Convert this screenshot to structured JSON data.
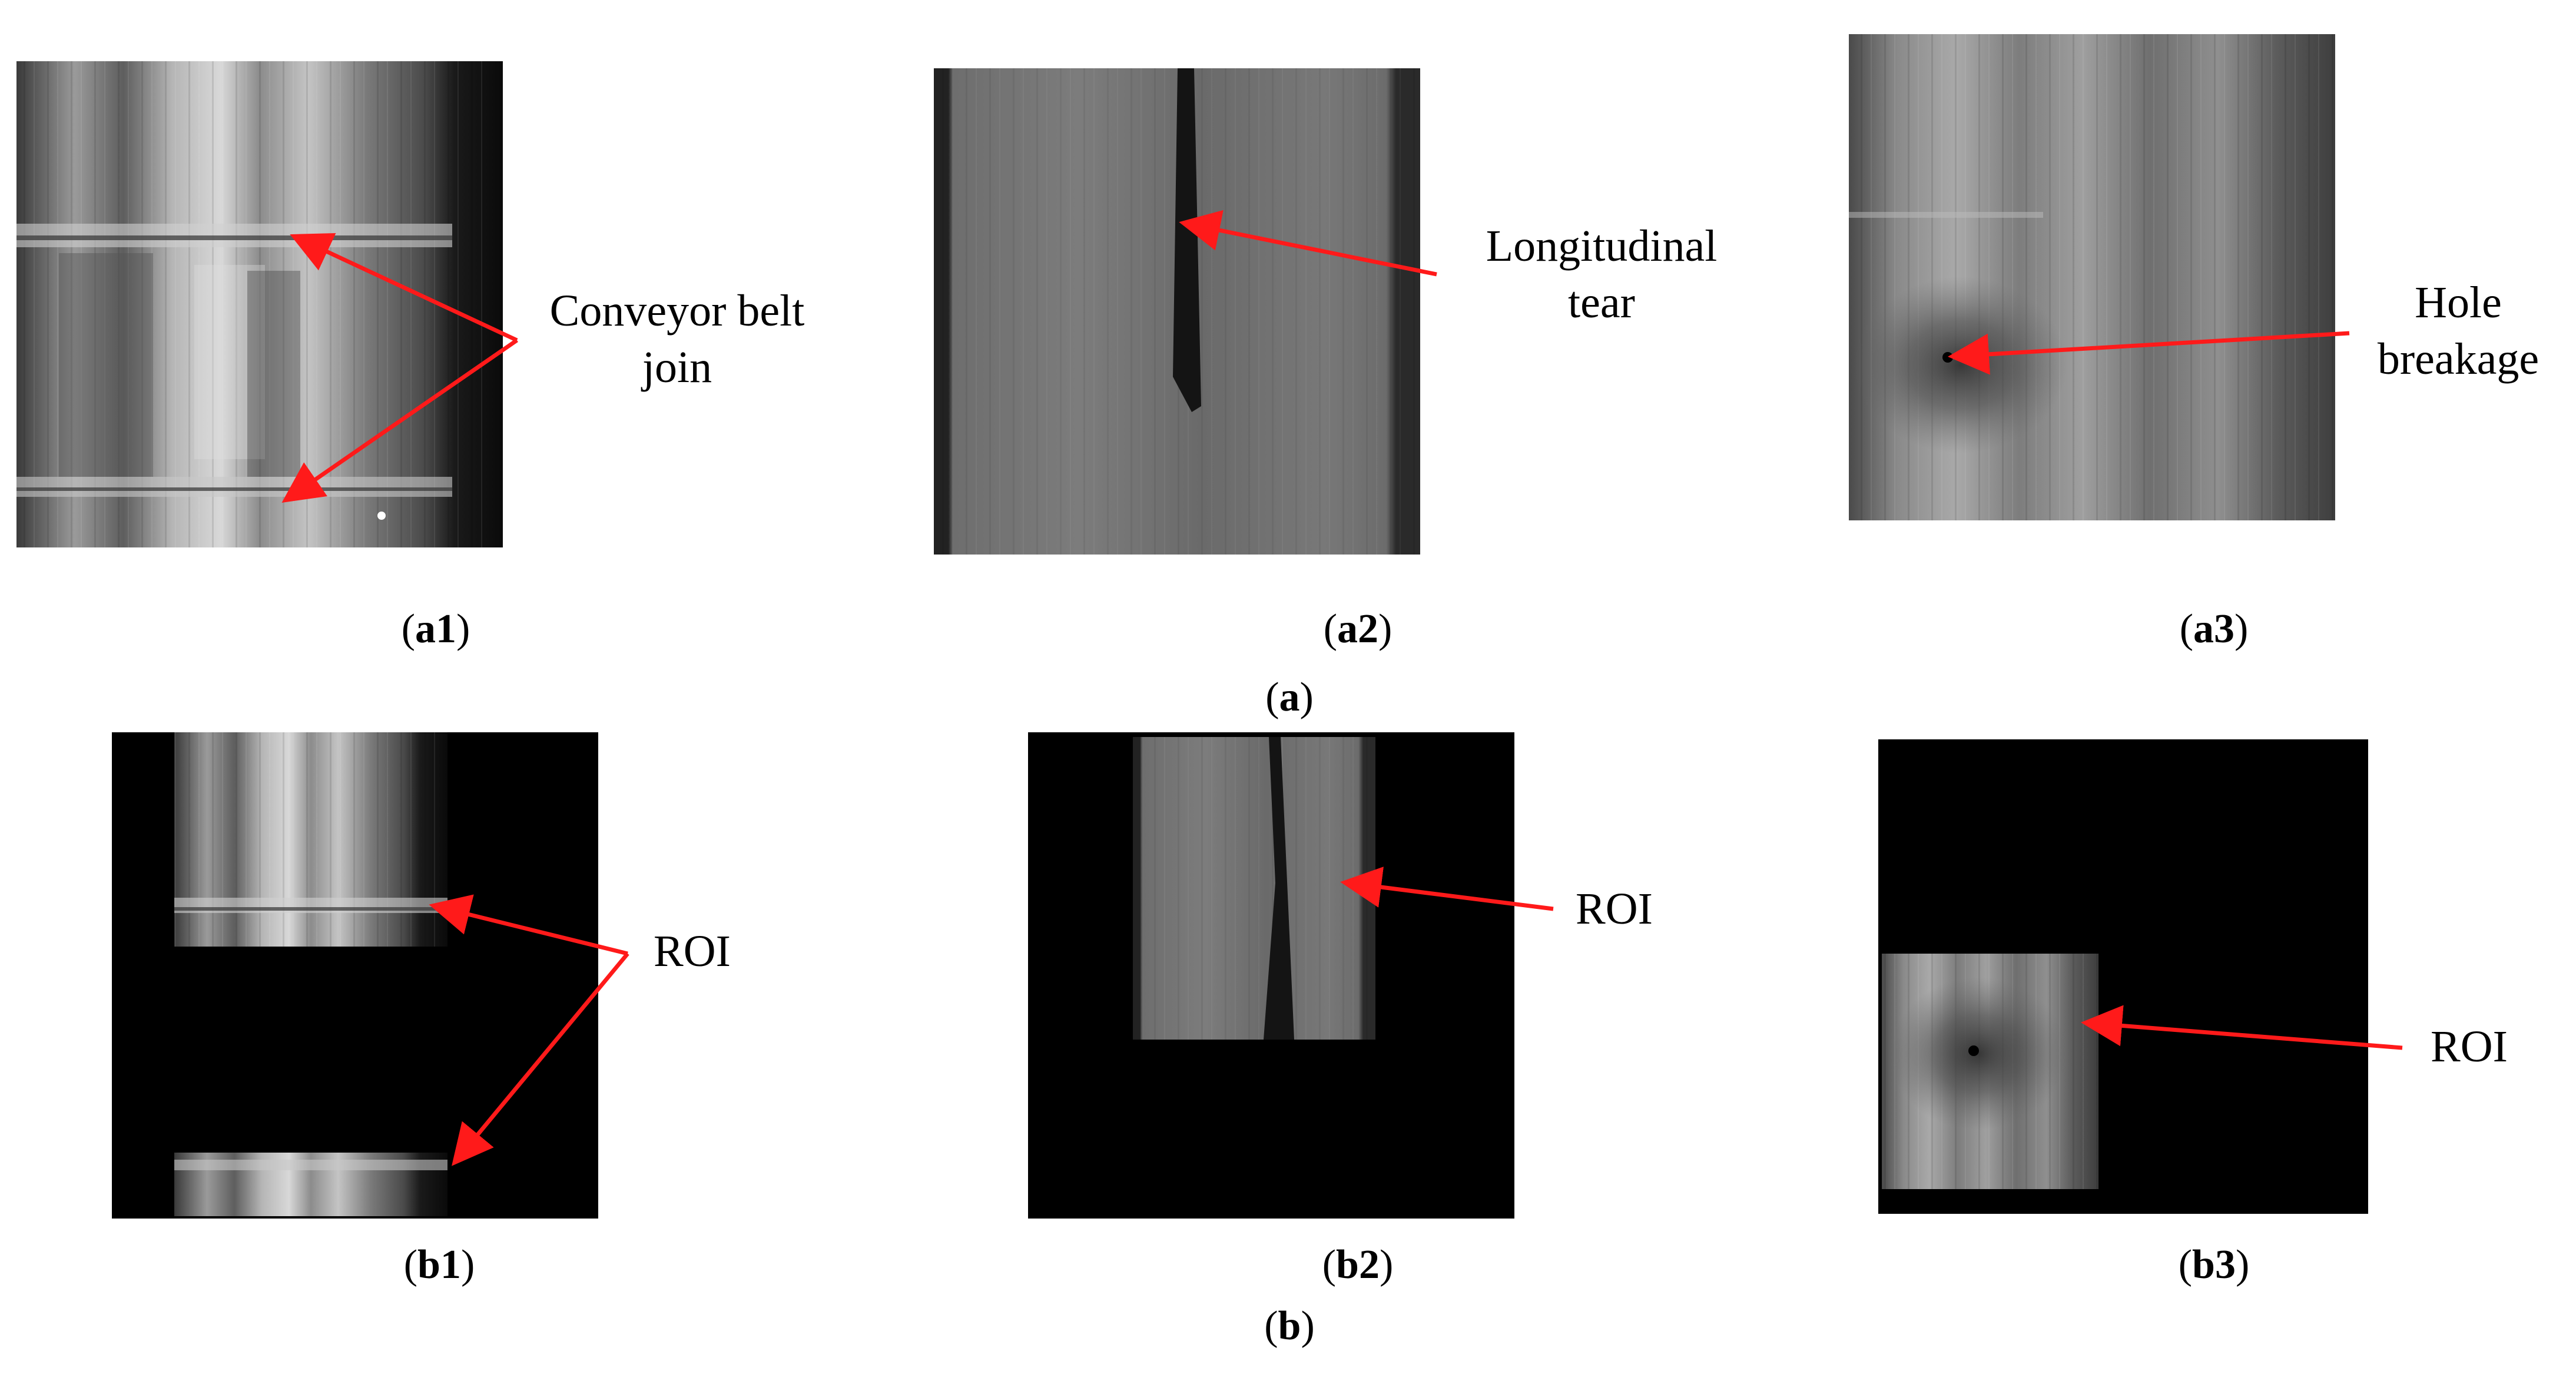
{
  "figure": {
    "panels_a": [
      {
        "id": "a1",
        "caption_bold": "a1",
        "annotation": [
          "Conveyor belt",
          "join"
        ]
      },
      {
        "id": "a2",
        "caption_bold": "a2",
        "annotation": [
          "Longitudinal",
          "tear"
        ]
      },
      {
        "id": "a3",
        "caption_bold": "a3",
        "annotation": [
          "Hole",
          "breakage"
        ]
      }
    ],
    "panels_b": [
      {
        "id": "b1",
        "caption_bold": "b1",
        "annotation": [
          "ROI"
        ]
      },
      {
        "id": "b2",
        "caption_bold": "b2",
        "annotation": [
          "ROI"
        ]
      },
      {
        "id": "b3",
        "caption_bold": "b3",
        "annotation": [
          "ROI"
        ]
      }
    ],
    "group_captions": {
      "a": "a",
      "b": "b"
    },
    "arrow_color": "#ff1a1a"
  }
}
